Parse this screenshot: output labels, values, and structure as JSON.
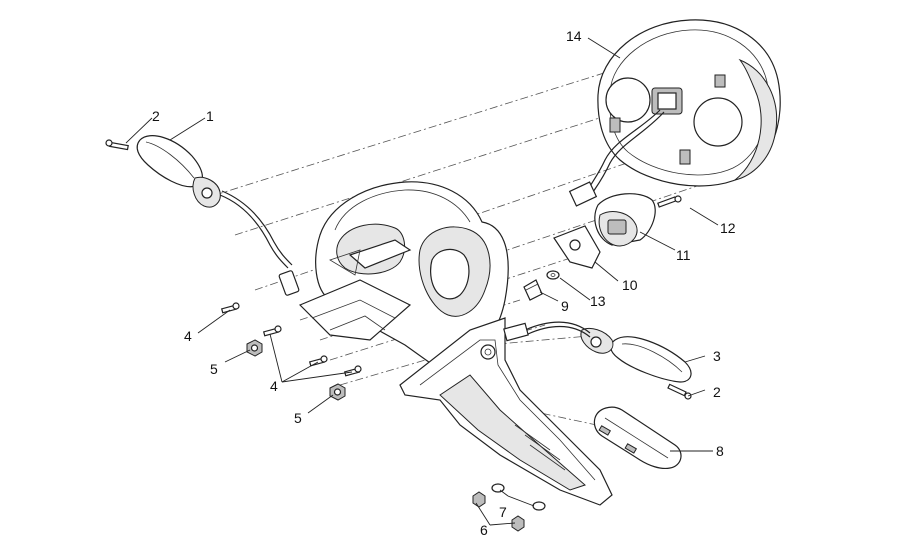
{
  "callouts": [
    {
      "id": "c1",
      "label": "1"
    },
    {
      "id": "c2a",
      "label": "2"
    },
    {
      "id": "c2b",
      "label": "2"
    },
    {
      "id": "c3",
      "label": "3"
    },
    {
      "id": "c4a",
      "label": "4"
    },
    {
      "id": "c4b",
      "label": "4"
    },
    {
      "id": "c5a",
      "label": "5"
    },
    {
      "id": "c5b",
      "label": "5"
    },
    {
      "id": "c6",
      "label": "6"
    },
    {
      "id": "c7",
      "label": "7"
    },
    {
      "id": "c8",
      "label": "8"
    },
    {
      "id": "c9",
      "label": "9"
    },
    {
      "id": "c10",
      "label": "10"
    },
    {
      "id": "c11",
      "label": "11"
    },
    {
      "id": "c12",
      "label": "12"
    },
    {
      "id": "c13",
      "label": "13"
    },
    {
      "id": "c14",
      "label": "14"
    }
  ]
}
